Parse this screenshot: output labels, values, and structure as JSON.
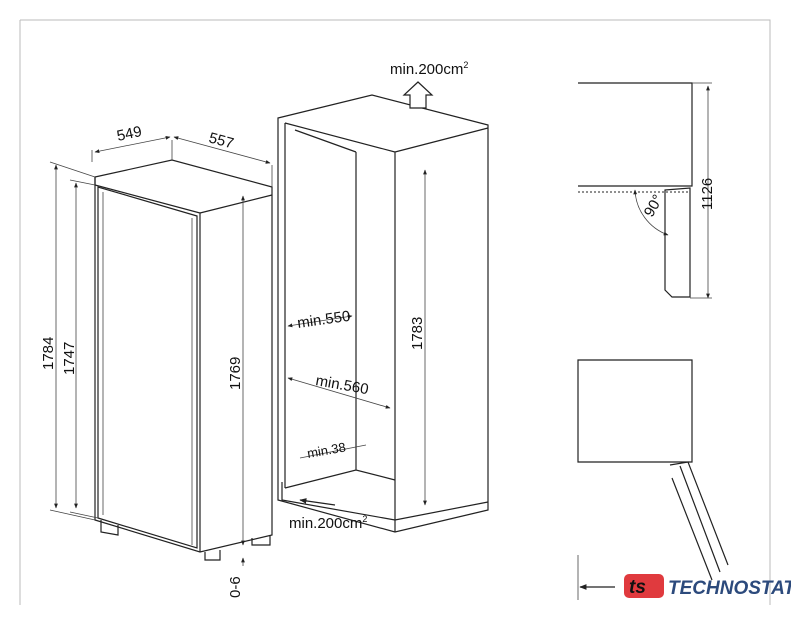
{
  "dimensions": {
    "depth": "549",
    "width": "557",
    "height_total": "1784",
    "height_door": "1747",
    "height_body": "1769",
    "gap": "0-6",
    "vent_top": "min.200cm",
    "vent_bottom": "min.200cm",
    "sup": "2",
    "niche_depth": "min.550",
    "niche_width": "min.560",
    "niche_height": "1783",
    "plinth": "min.38",
    "door_height": "1126",
    "door_angle": "90°"
  },
  "logo": {
    "mark": "ts",
    "name": "TECHNOSTATUS",
    "mark_color": "#e03a3e",
    "name_color": "#2c4a7c"
  }
}
